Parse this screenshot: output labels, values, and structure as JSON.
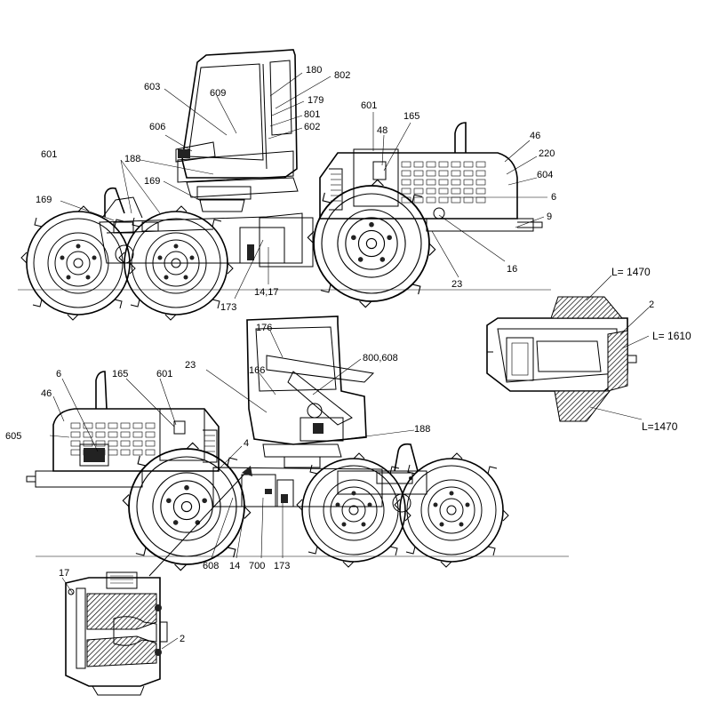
{
  "top_view_labels": [
    {
      "id": "t603",
      "text": "603"
    },
    {
      "id": "t609",
      "text": "609"
    },
    {
      "id": "t180",
      "text": "180"
    },
    {
      "id": "t802",
      "text": "802"
    },
    {
      "id": "t179",
      "text": "179"
    },
    {
      "id": "t801",
      "text": "801"
    },
    {
      "id": "t602",
      "text": "602"
    },
    {
      "id": "t606",
      "text": "606"
    },
    {
      "id": "t601a",
      "text": "601"
    },
    {
      "id": "t188",
      "text": "188"
    },
    {
      "id": "t169a",
      "text": "169"
    },
    {
      "id": "t169b",
      "text": "169"
    },
    {
      "id": "t601b",
      "text": "601"
    },
    {
      "id": "t48",
      "text": "48"
    },
    {
      "id": "t165",
      "text": "165"
    },
    {
      "id": "t46",
      "text": "46"
    },
    {
      "id": "t220",
      "text": "220"
    },
    {
      "id": "t604",
      "text": "604"
    },
    {
      "id": "t6",
      "text": "6"
    },
    {
      "id": "t9",
      "text": "9"
    },
    {
      "id": "t16",
      "text": "16"
    },
    {
      "id": "t23",
      "text": "23"
    },
    {
      "id": "t173",
      "text": "173"
    },
    {
      "id": "t1417",
      "text": "14,17"
    }
  ],
  "bottom_view_labels": [
    {
      "id": "b176",
      "text": "176"
    },
    {
      "id": "b23",
      "text": "23"
    },
    {
      "id": "b800608",
      "text": "800,608"
    },
    {
      "id": "b166",
      "text": "166"
    },
    {
      "id": "b6",
      "text": "6"
    },
    {
      "id": "b165",
      "text": "165"
    },
    {
      "id": "b601",
      "text": "601"
    },
    {
      "id": "b46",
      "text": "46"
    },
    {
      "id": "b605",
      "text": "605"
    },
    {
      "id": "b188",
      "text": "188"
    },
    {
      "id": "b4",
      "text": "4"
    },
    {
      "id": "b608",
      "text": "608"
    },
    {
      "id": "b14",
      "text": "14"
    },
    {
      "id": "b700",
      "text": "700"
    },
    {
      "id": "b173",
      "text": "173"
    }
  ],
  "rear_view_labels": [
    {
      "id": "r1470a",
      "text": "L= 1470"
    },
    {
      "id": "r2",
      "text": "2"
    },
    {
      "id": "r1610",
      "text": "L= 1610"
    },
    {
      "id": "r1470b",
      "text": "L=1470"
    }
  ],
  "detail_labels": [
    {
      "id": "d17",
      "text": "17"
    },
    {
      "id": "d2",
      "text": "2"
    }
  ]
}
